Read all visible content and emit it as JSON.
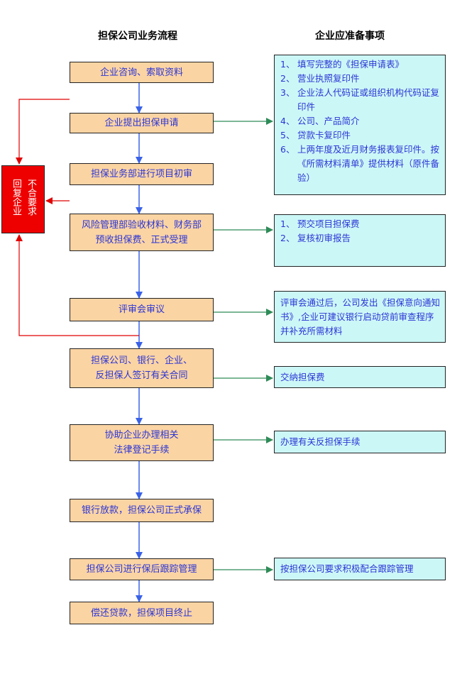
{
  "titles": {
    "left": "担保公司业务流程",
    "right": "企业应准备事项"
  },
  "steps": [
    [
      "企业咨询、索取资料"
    ],
    [
      "企业提出担保申请"
    ],
    [
      "担保业务部进行项目初审"
    ],
    [
      "风险管理部验收材料、财务部",
      "预收担保费、正式受理"
    ],
    [
      "评审会审议"
    ],
    [
      "担保公司、银行、企业、",
      "反担保人签订有关合同"
    ],
    [
      "协助企业办理相关",
      "法律登记手续"
    ],
    [
      "银行放款，担保公司正式承保"
    ],
    [
      "担保公司进行保后跟踪管理"
    ],
    [
      "偿还贷款，担保项目终止"
    ]
  ],
  "notes": {
    "application": [
      {
        "num": "1、",
        "text": "填写完整的《担保申请表》"
      },
      {
        "num": "2、",
        "text": "营业执照复印件"
      },
      {
        "num": "3、",
        "text": "企业法人代码证或组织机构代码证复印件"
      },
      {
        "num": "4、",
        "text": "公司、产品简介"
      },
      {
        "num": "5、",
        "text": "贷款卡复印件"
      },
      {
        "num": "6、",
        "text": "上两年度及近月财务报表复印件。按《所需材料清单》提供材料（原件备验）"
      }
    ],
    "acceptance": [
      {
        "num": "1、",
        "text": "预交项目担保费"
      },
      {
        "num": "2、",
        "text": "复核初审报告"
      }
    ],
    "review": "评审会通过后，公司发出《担保意向通知书》,企业可建议银行启动贷前审查程序并补充所需材料",
    "contract": "交纳担保费",
    "legal": "办理有关反担保手续",
    "tracking": "按担保公司要求积极配合跟踪管理"
  },
  "reject": {
    "col1": "不合要求",
    "col2": "回复企业"
  },
  "colors": {
    "step_fill": "#fbd4a3",
    "note_fill": "#ccf7f7",
    "reject_fill": "#ee0000",
    "text_blue": "#2b35d6",
    "arrow_blue": "#3a62e8",
    "arrow_green": "#2e8b57",
    "arrow_red": "#e00000"
  }
}
